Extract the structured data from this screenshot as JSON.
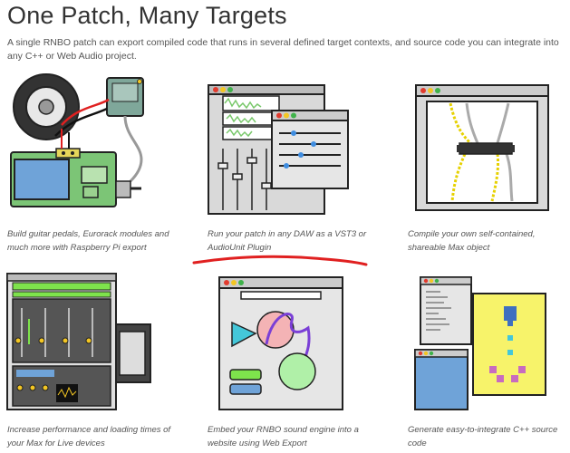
{
  "header": {
    "title": "One Patch, Many Targets",
    "intro": "A single RNBO patch can export compiled code that runs in several defined target contexts, and source code you can integrate into any C++ or Web Audio project."
  },
  "targets": [
    {
      "id": "raspberry-pi",
      "caption_lines": [
        "Build guitar pedals, Eurorack modules and",
        "much more with Raspberry Pi export"
      ]
    },
    {
      "id": "daw-plugin",
      "caption_lines": [
        "Run your patch in any DAW as a VST3 or",
        "AudioUnit Plugin"
      ]
    },
    {
      "id": "max-external",
      "caption_lines": [
        "Compile your own self-contained,",
        "shareable Max object"
      ]
    },
    {
      "id": "max-for-live",
      "caption_lines": [
        "Increase performance and loading times of",
        "your Max for Live devices"
      ]
    },
    {
      "id": "web-export",
      "caption_lines": [
        "Embed your RNBO sound engine into a",
        "website using Web Export"
      ]
    },
    {
      "id": "cpp-source",
      "caption_lines": [
        "Generate easy-to-integrate C++ source",
        "code"
      ]
    }
  ],
  "colors": {
    "outline": "#222222",
    "window_gray": "#d9d9d9",
    "board_green": "#7cc576",
    "chip_blue": "#6fa3d8",
    "accent_red": "#e02020",
    "traffic_red": "#e23b2e",
    "traffic_yellow": "#f3c623",
    "traffic_green": "#3fb24a",
    "wave_green": "#79c86b",
    "slider_blue": "#3f8de0",
    "pink": "#f4b3b5",
    "cyan": "#44c7d9",
    "purple": "#7a3fd6",
    "yellow": "#f7f36a",
    "magenta": "#c86bbf",
    "lime": "#7ee34c"
  }
}
